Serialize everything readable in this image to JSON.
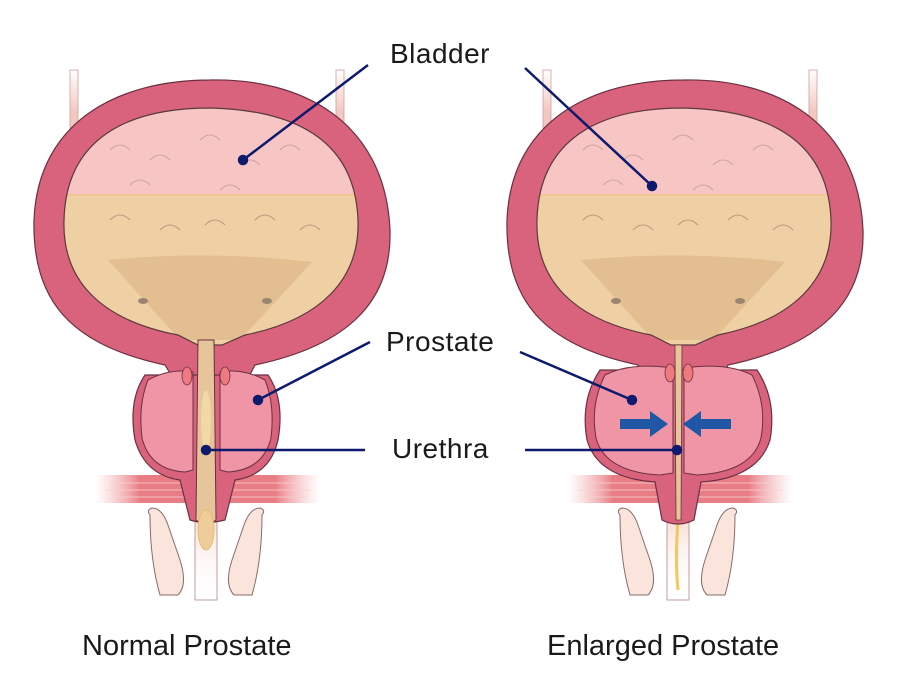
{
  "diagram": {
    "labels": {
      "bladder": "Bladder",
      "prostate": "Prostate",
      "urethra": "Urethra"
    },
    "captions": {
      "normal": "Normal Prostate",
      "enlarged": "Enlarged Prostate"
    },
    "colors": {
      "bladder_wall": "#d9637d",
      "bladder_inner_air": "#f7c5c4",
      "urine": "#efcfa4",
      "prostate": "#f095a6",
      "muscle": "#e87d85",
      "leader_line": "#0d1a6e",
      "arrow": "#1f57a6",
      "caption_text": "#1a1a1a"
    },
    "panels": [
      {
        "name": "normal",
        "caption_key": "normal",
        "arrows": false
      },
      {
        "name": "enlarged",
        "caption_key": "enlarged",
        "arrows": true
      }
    ]
  }
}
